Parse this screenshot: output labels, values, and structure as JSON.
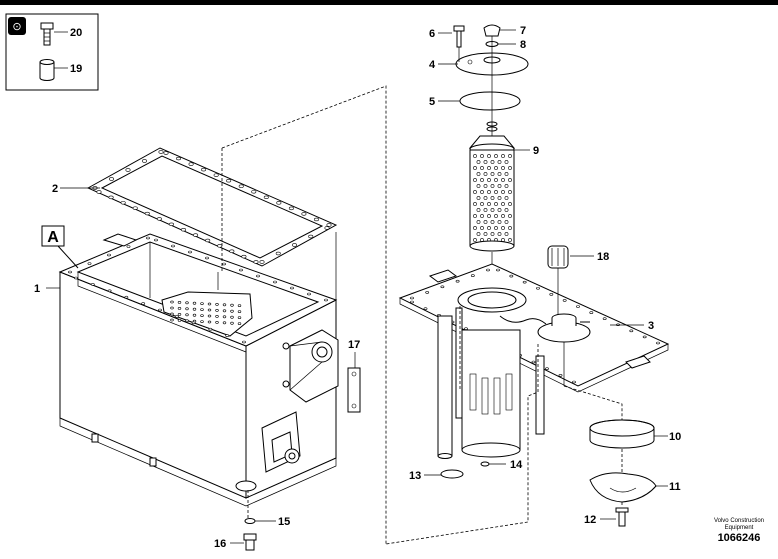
{
  "inset": {
    "badge_glyph": "⊙"
  },
  "view_marker": "A",
  "callouts": {
    "c1": "1",
    "c2": "2",
    "c3": "3",
    "c4": "4",
    "c5": "5",
    "c6": "6",
    "c7": "7",
    "c8": "8",
    "c9": "9",
    "c10": "10",
    "c11": "11",
    "c12": "12",
    "c13": "13",
    "c14": "14",
    "c15": "15",
    "c16": "16",
    "c17": "17",
    "c18": "18",
    "c19": "19",
    "c20": "20"
  },
  "watermark": {
    "line1": "Volvo Construction",
    "line2": "Equipment",
    "id": "1066246"
  }
}
